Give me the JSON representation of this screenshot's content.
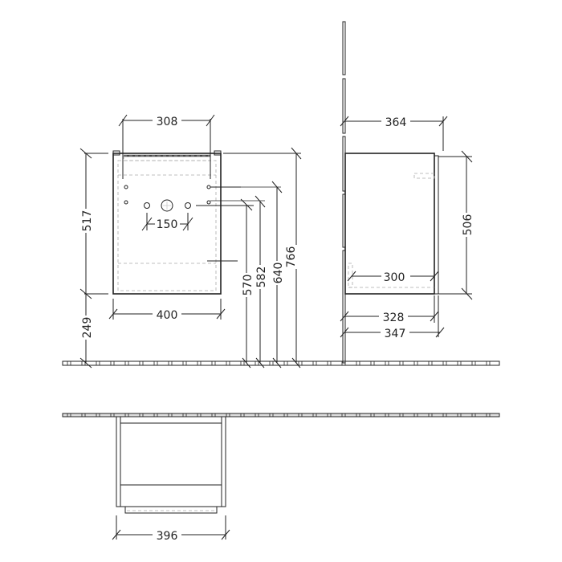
{
  "drawing": {
    "type": "technical-dimension-drawing",
    "units": "mm",
    "front_view": {
      "dimensions": {
        "top_hanger_spacing": "308",
        "height": "517",
        "pipe_spacing": "150",
        "width": "400",
        "floor_to_bottom": "249",
        "height_570": "570",
        "height_582": "582",
        "height_640": "640",
        "height_766": "766"
      }
    },
    "side_view": {
      "dimensions": {
        "depth_top": "364",
        "height": "506",
        "inner_depth": "300",
        "depth_328": "328",
        "depth_347": "347"
      }
    },
    "top_view": {
      "dimensions": {
        "width": "396"
      }
    }
  }
}
